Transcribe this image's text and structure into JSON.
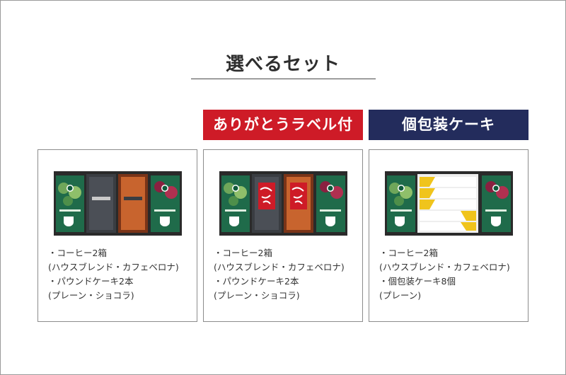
{
  "heading": "選べるセット",
  "tags": {
    "red": "ありがとうラベル付",
    "navy": "個包装ケーキ"
  },
  "cards": [
    {
      "lines": [
        "・コーヒー2箱",
        "(ハウスブレンド・カフェベロナ)",
        "・パウンドケーキ2本",
        "(プレーン・ショコラ)"
      ]
    },
    {
      "lines": [
        "・コーヒー2箱",
        "(ハウスブレンド・カフェベロナ)",
        "・パウンドケーキ2本",
        "(プレーン・ショコラ)"
      ]
    },
    {
      "lines": [
        "・コーヒー2箱",
        "(ハウスブレンド・カフェベロナ)",
        "・個包装ケーキ8個",
        "(プレーン)"
      ]
    }
  ],
  "colors": {
    "tag_red": "#ce1b27",
    "tag_navy": "#232c5c",
    "box_green": "#1f6b4a",
    "cake_wrapper_yellow": "#f0c41c"
  },
  "icons": {
    "coffee_box": "coffee-box-icon",
    "coffee_cup": "coffee-cup-icon",
    "pound_cake": "pound-cake-icon"
  }
}
